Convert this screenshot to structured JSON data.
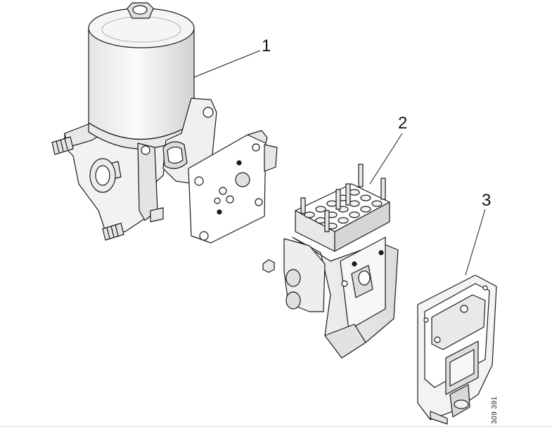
{
  "callouts": {
    "one": "1",
    "two": "2",
    "three": "3"
  },
  "figure_reference": "309 391",
  "colors": {
    "line": "#1a1a1a",
    "fill_light": "#ffffff",
    "fill_shade": "#eeeeee",
    "fill_mid": "#d6d6d6",
    "rule": "#d8d8d8"
  }
}
